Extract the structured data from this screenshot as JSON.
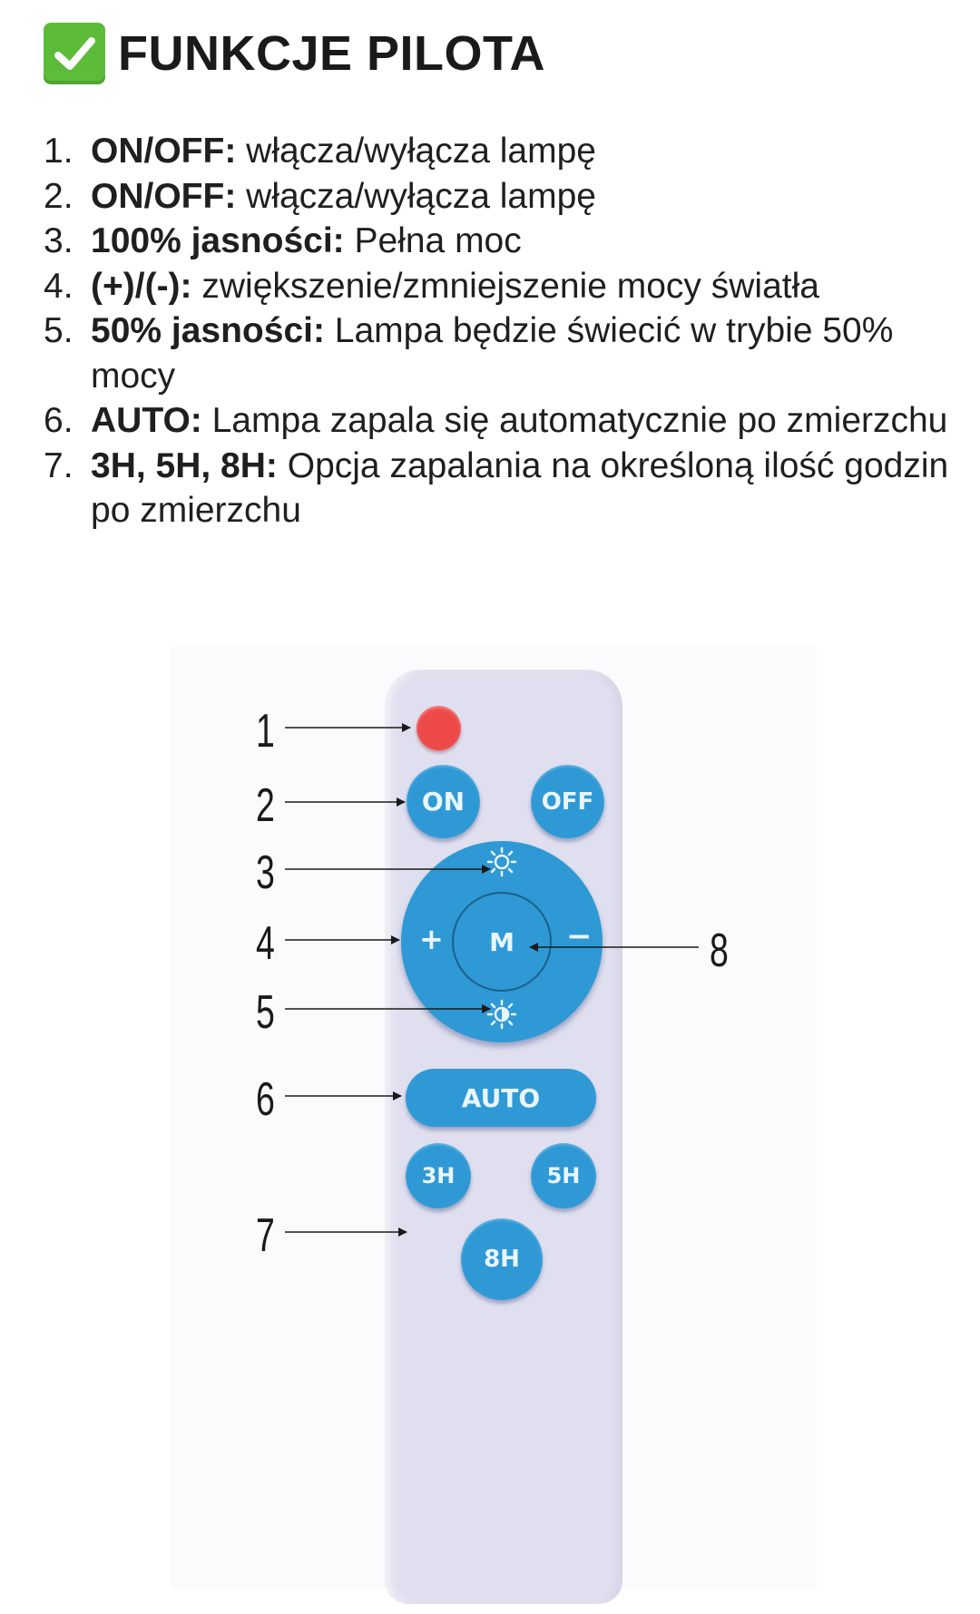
{
  "header": {
    "icon": "check-mark-icon",
    "title": "FUNKCJE PILOTA"
  },
  "features": [
    {
      "number": "1.",
      "term": "ON/OFF:",
      "description": " włącza/wyłącza lampę"
    },
    {
      "number": "2.",
      "term": "ON/OFF:",
      "description": " włącza/wyłącza lampę"
    },
    {
      "number": "3.",
      "term": "100% jasności:",
      "description": " Pełna moc"
    },
    {
      "number": "4.",
      "term": "(+)/(-):",
      "description": " zwiększenie/zmniejszenie mocy światła"
    },
    {
      "number": "5.",
      "term": "50% jasności:",
      "description": " Lampa będzie świecić w trybie 50% mocy"
    },
    {
      "number": "6.",
      "term": "AUTO:",
      "description": " Lampa zapala się automatycznie po zmierzchu"
    },
    {
      "number": "7.",
      "term": "3H, 5H, 8H:",
      "description": " Opcja zapalania na określoną ilość godzin po zmierzchu"
    }
  ],
  "remote": {
    "buttons": {
      "on": "ON",
      "off": "OFF",
      "plus": "+",
      "minus": "−",
      "mode": "M",
      "auto": "AUTO",
      "h3": "3H",
      "h5": "5H",
      "h8": "8H"
    },
    "callouts": [
      "1",
      "2",
      "3",
      "4",
      "5",
      "6",
      "7",
      "8"
    ],
    "colors": {
      "button_blue": "#2f99d6",
      "power_red": "#ee4a4a",
      "body": "#dfdfef"
    }
  }
}
